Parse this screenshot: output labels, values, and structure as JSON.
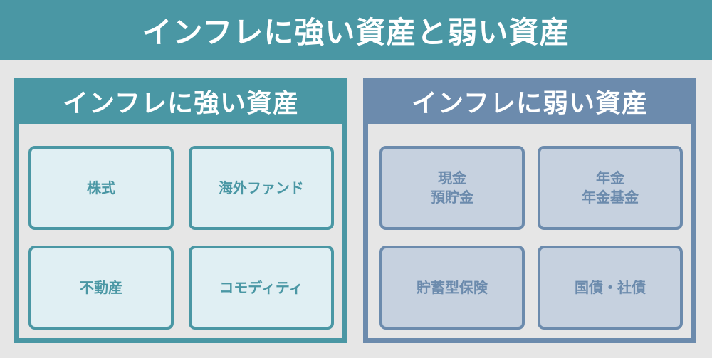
{
  "title": "インフレに強い資産と弱い資産",
  "colors": {
    "strong_accent": "#4a97a4",
    "strong_card_bg": "#e0eff3",
    "weak_accent": "#6c8bad",
    "weak_card_bg": "#c6d1df",
    "background": "#e6e6e6"
  },
  "panels": {
    "strong": {
      "title": "インフレに強い資産",
      "items": [
        {
          "lines": [
            "株式"
          ]
        },
        {
          "lines": [
            "海外ファンド"
          ]
        },
        {
          "lines": [
            "不動産"
          ]
        },
        {
          "lines": [
            "コモディティ"
          ]
        }
      ]
    },
    "weak": {
      "title": "インフレに弱い資産",
      "items": [
        {
          "lines": [
            "現金",
            "預貯金"
          ]
        },
        {
          "lines": [
            "年金",
            "年金基金"
          ]
        },
        {
          "lines": [
            "貯蓄型保険"
          ]
        },
        {
          "lines": [
            "国債・社債"
          ]
        }
      ]
    }
  }
}
